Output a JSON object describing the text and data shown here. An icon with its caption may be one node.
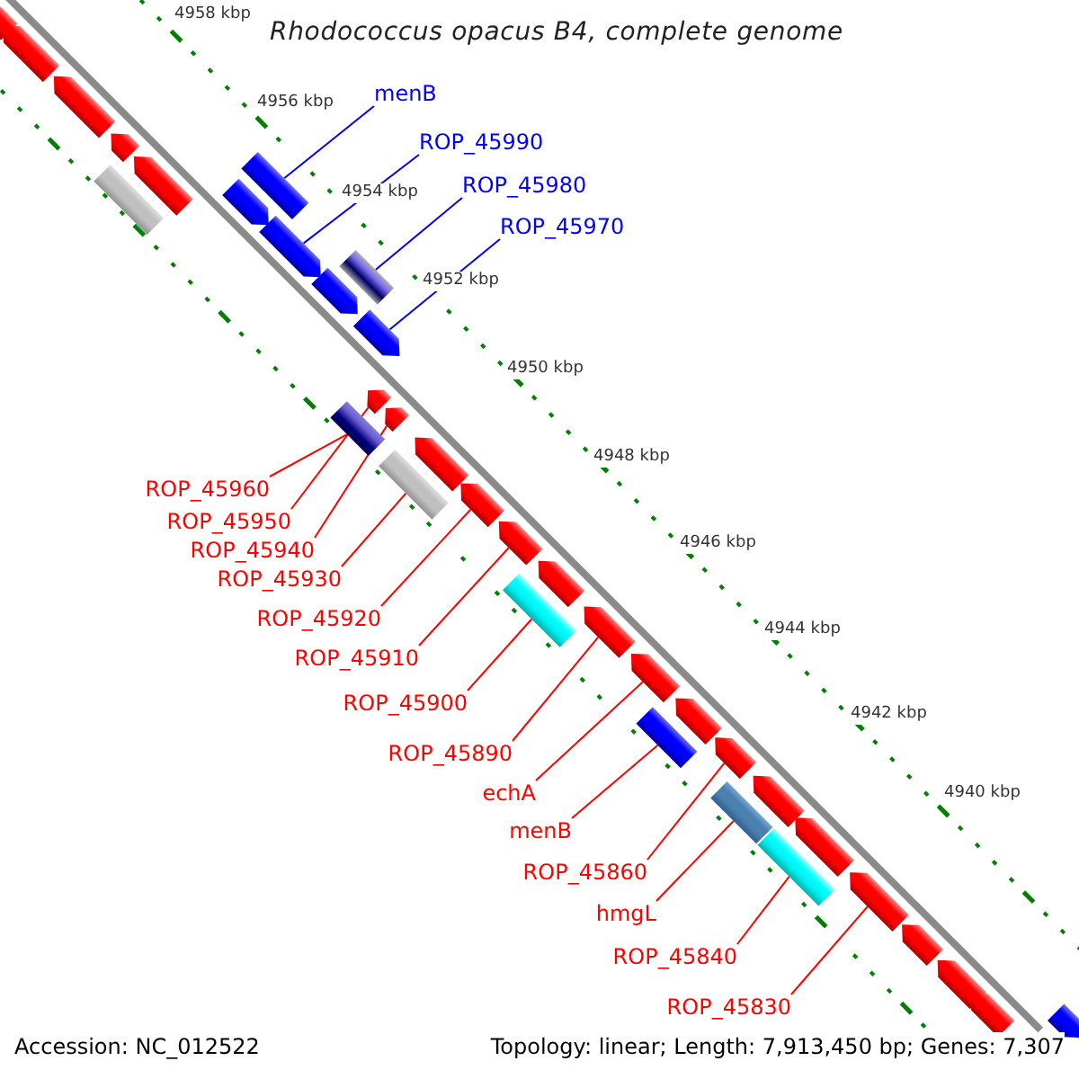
{
  "diagram": {
    "title": "Rhodococcus opacus B4, complete genome",
    "nodes": [
      {
        "text": [
          "menB"
        ]
      },
      {
        "text": [
          "ROP_45990"
        ]
      },
      {
        "text": [
          "ROP_45980"
        ]
      },
      {
        "text": [
          "ROP_45970"
        ]
      },
      {
        "text": [
          "ROP_45960"
        ]
      },
      {
        "text": [
          "ROP_45950"
        ]
      },
      {
        "text": [
          "ROP_45940"
        ]
      },
      {
        "text": [
          "ROP_45930"
        ]
      },
      {
        "text": [
          "ROP_45920"
        ]
      },
      {
        "text": [
          "ROP_45910"
        ]
      },
      {
        "text": [
          "ROP_45900"
        ]
      },
      {
        "text": [
          "ROP_45890"
        ]
      },
      {
        "text": [
          "echA"
        ]
      },
      {
        "text": [
          "menB"
        ]
      },
      {
        "text": [
          "ROP_45860"
        ]
      },
      {
        "text": [
          "hmgL"
        ]
      },
      {
        "text": [
          "ROP_45840"
        ]
      },
      {
        "text": [
          "ROP_45830"
        ]
      },
      {
        "text": [],
        "shape": "arrow"
      },
      {
        "text": [],
        "shape": "arrow"
      },
      {
        "text": [],
        "shape": "arrow"
      },
      {
        "text": [],
        "shape": "arrow"
      },
      {
        "text": [],
        "shape": "box"
      },
      {
        "text": [],
        "shape": "arrow"
      },
      {
        "text": [],
        "shape": "arrow"
      },
      {
        "text": [],
        "shape": "box"
      },
      {
        "text": [],
        "shape": "arrow"
      },
      {
        "text": [],
        "shape": "arrow"
      },
      {
        "text": [],
        "shape": "box"
      },
      {
        "text": [],
        "shape": "arrow"
      },
      {
        "text": [],
        "shape": "arrow"
      },
      {
        "text": [],
        "shape": "box"
      },
      {
        "text": [],
        "shape": "arrow"
      },
      {
        "text": [],
        "shape": "arrow"
      },
      {
        "text": [],
        "shape": "box"
      },
      {
        "text": [],
        "shape": "arrow"
      },
      {
        "text": [],
        "shape": "arrow"
      },
      {
        "text": [],
        "shape": "arrow"
      },
      {
        "text": [],
        "shape": "box"
      },
      {
        "text": [],
        "shape": "arrow"
      },
      {
        "text": [],
        "shape": "arrow"
      },
      {
        "text": [],
        "shape": "box"
      },
      {
        "text": [],
        "shape": "arrow"
      },
      {
        "text": [],
        "shape": "arrow"
      },
      {
        "text": [],
        "shape": "box"
      },
      {
        "text": [],
        "shape": "arrow"
      },
      {
        "text": [],
        "shape": "box"
      },
      {
        "text": [],
        "shape": "arrow"
      },
      {
        "text": [],
        "shape": "arrow"
      },
      {
        "text": [],
        "shape": "arrow"
      },
      {
        "text": [],
        "shape": "arrow"
      },
      {
        "text": [],
        "shape": "arrow"
      },
      {
        "text": [],
        "shape": "arrow"
      }
    ],
    "edges": [
      {
        "from": 0,
        "to": 25,
        "arrow": "none",
        "color": "#0000ff"
      },
      {
        "from": 1,
        "to": 26,
        "arrow": "none",
        "color": "#0000ff"
      },
      {
        "from": 2,
        "to": 28,
        "arrow": "none",
        "color": "#0000ff"
      },
      {
        "from": 3,
        "to": 29,
        "arrow": "none",
        "color": "#0000ff"
      },
      {
        "from": 4,
        "to": 31,
        "arrow": "none"
      },
      {
        "from": 5,
        "to": 30,
        "arrow": "none"
      },
      {
        "from": 6,
        "to": 32,
        "arrow": "none"
      },
      {
        "from": 7,
        "to": 34,
        "arrow": "none"
      },
      {
        "from": 8,
        "to": 35,
        "arrow": "none"
      },
      {
        "from": 9,
        "to": 36,
        "arrow": "none"
      },
      {
        "from": 10,
        "to": 38,
        "arrow": "none"
      },
      {
        "from": 11,
        "to": 39,
        "arrow": "none"
      },
      {
        "from": 12,
        "to": 40,
        "arrow": "none"
      },
      {
        "from": 13,
        "to": 41,
        "arrow": "none"
      },
      {
        "from": 14,
        "to": 43,
        "arrow": "none"
      },
      {
        "from": 15,
        "to": 44,
        "arrow": "none"
      },
      {
        "from": 16,
        "to": 46,
        "arrow": "none"
      },
      {
        "from": 17,
        "to": 48,
        "arrow": "none"
      }
    ],
    "labels": [
      "4958 kbp",
      "4956 kbp",
      "4954 kbp",
      "4952 kbp",
      "4950 kbp",
      "4948 kbp",
      "4946 kbp",
      "4944 kbp",
      "4942 kbp",
      "4940 kbp",
      "Accession: NC_012522",
      "Topology: linear; Length: 7,913,450 bp; Genes: 7,307"
    ]
  }
}
